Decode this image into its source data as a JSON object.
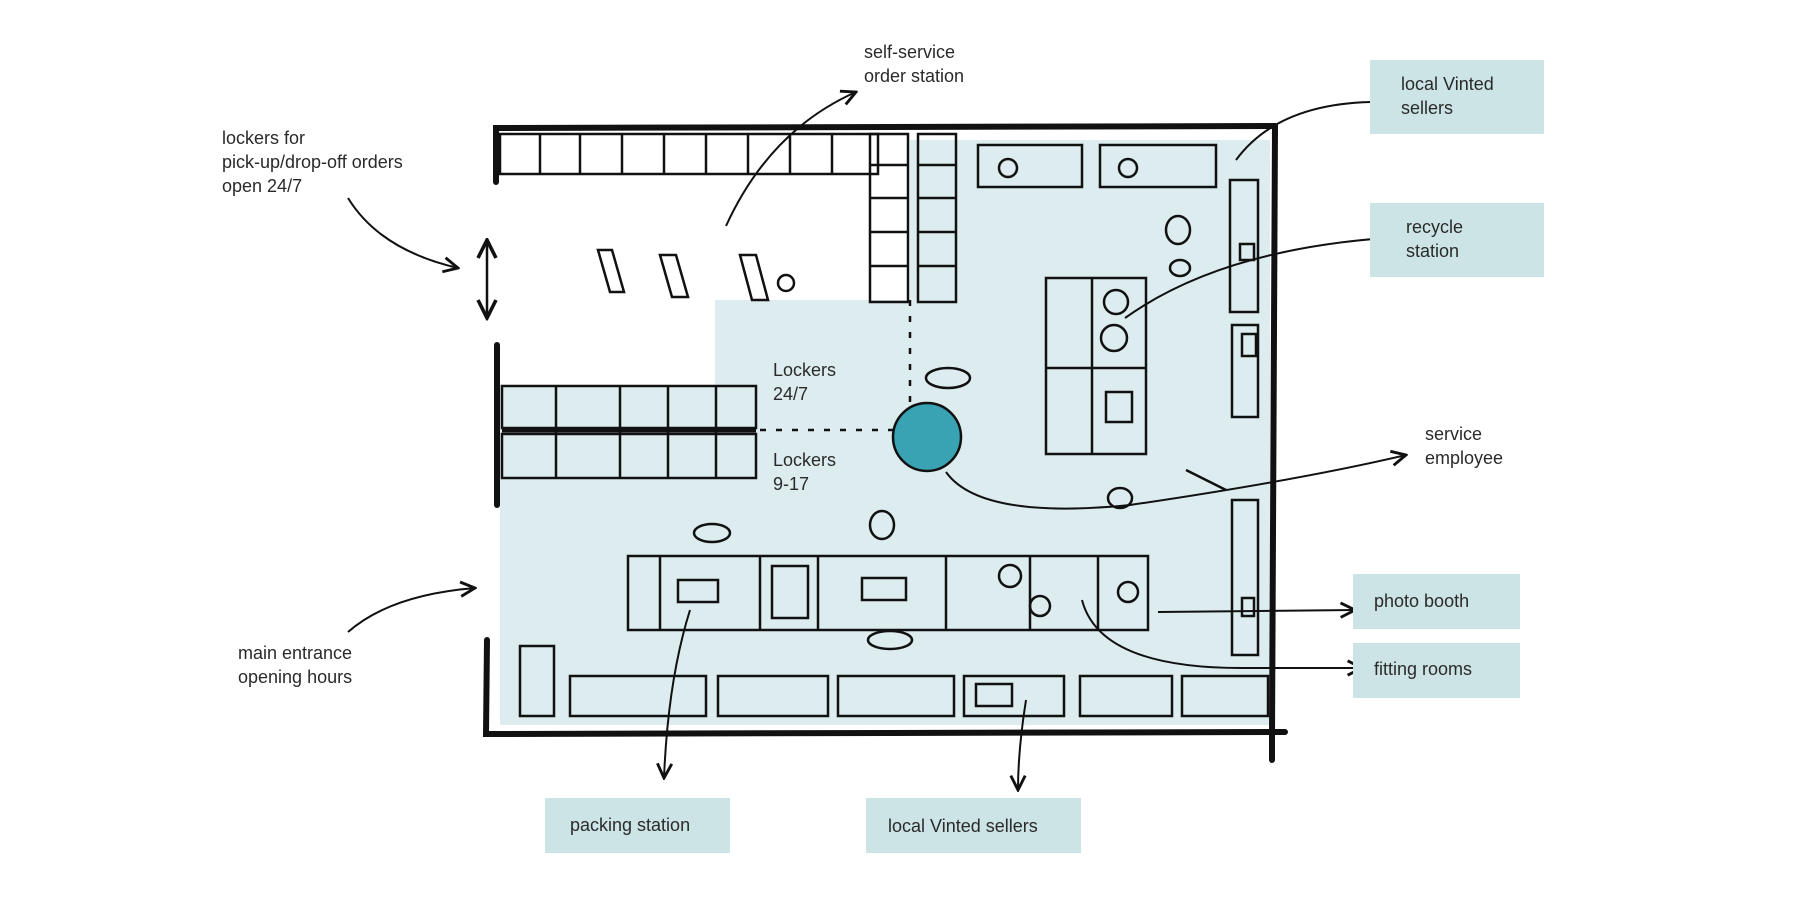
{
  "colors": {
    "floor": "#dcecef",
    "box": "#cde4e7",
    "ink": "#111111",
    "accent": "#3aa3b3"
  },
  "annotations": {
    "lockers_open": "lockers for\npick-up/drop-off orders\nopen 24/7",
    "self_service": "self-service\norder station",
    "lockers_24_7": "Lockers\n24/7",
    "lockers_9_17": "Lockers\n9-17",
    "main_entrance": "main entrance\nopening hours",
    "service_employee": "service\nemployee"
  },
  "boxes": {
    "local_vinted_top": "local Vinted\nsellers",
    "recycle": "recycle\nstation",
    "photo_booth": "photo booth",
    "fitting_rooms": "fitting rooms",
    "packing": "packing station",
    "local_vinted_bottom": "local Vinted sellers"
  }
}
